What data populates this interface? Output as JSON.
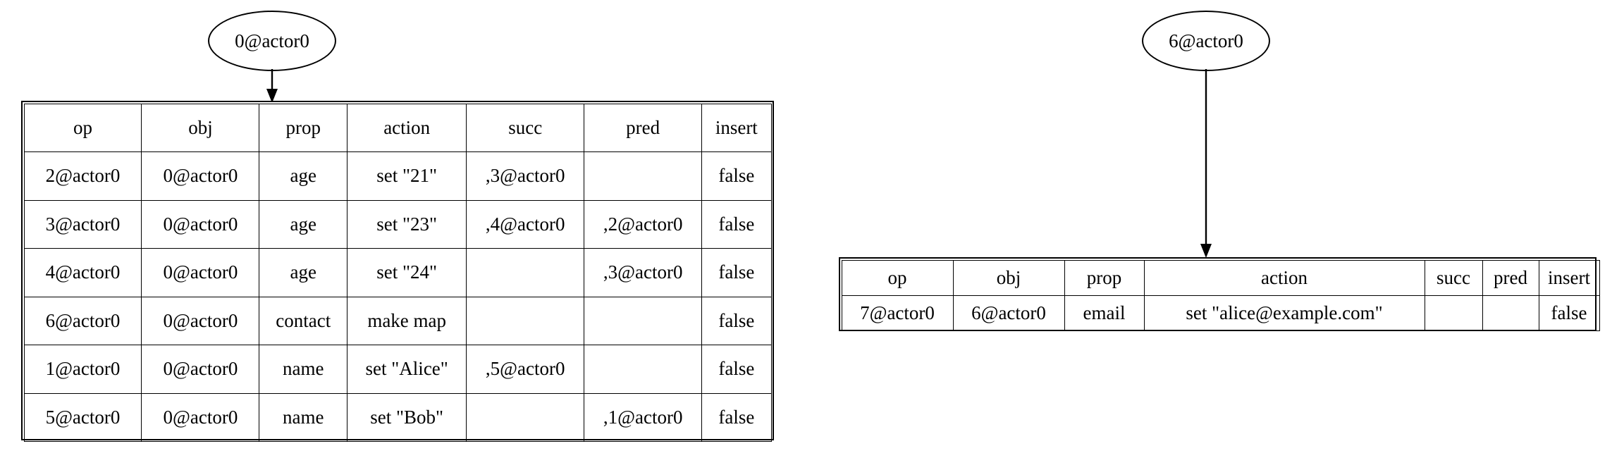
{
  "diagram": {
    "type": "graphviz-record-graph",
    "background_color": "#ffffff",
    "line_color": "#000000",
    "text_color": "#000000"
  },
  "graphs": [
    {
      "id": "left",
      "node": {
        "label": "0@actor0",
        "shape": "ellipse"
      },
      "edge": {
        "arrowhead": "normal",
        "target": "action-column"
      },
      "table": {
        "columns": [
          "op",
          "obj",
          "prop",
          "action",
          "succ",
          "pred",
          "insert"
        ],
        "rows": [
          {
            "op": "2@actor0",
            "obj": "0@actor0",
            "prop": "age",
            "action": "set \"21\"",
            "succ": ",3@actor0",
            "pred": "",
            "insert": "false"
          },
          {
            "op": "3@actor0",
            "obj": "0@actor0",
            "prop": "age",
            "action": "set \"23\"",
            "succ": ",4@actor0",
            "pred": ",2@actor0",
            "insert": "false"
          },
          {
            "op": "4@actor0",
            "obj": "0@actor0",
            "prop": "age",
            "action": "set \"24\"",
            "succ": "",
            "pred": ",3@actor0",
            "insert": "false"
          },
          {
            "op": "6@actor0",
            "obj": "0@actor0",
            "prop": "contact",
            "action": "make map",
            "succ": "",
            "pred": "",
            "insert": "false"
          },
          {
            "op": "1@actor0",
            "obj": "0@actor0",
            "prop": "name",
            "action": "set \"Alice\"",
            "succ": ",5@actor0",
            "pred": "",
            "insert": "false"
          },
          {
            "op": "5@actor0",
            "obj": "0@actor0",
            "prop": "name",
            "action": "set \"Bob\"",
            "succ": "",
            "pred": ",1@actor0",
            "insert": "false"
          }
        ]
      }
    },
    {
      "id": "right",
      "node": {
        "label": "6@actor0",
        "shape": "ellipse"
      },
      "edge": {
        "arrowhead": "normal",
        "target": "action-column"
      },
      "table": {
        "columns": [
          "op",
          "obj",
          "prop",
          "action",
          "succ",
          "pred",
          "insert"
        ],
        "rows": [
          {
            "op": "7@actor0",
            "obj": "6@actor0",
            "prop": "email",
            "action": "set \"alice@example.com\"",
            "succ": "",
            "pred": "",
            "insert": "false"
          }
        ]
      }
    }
  ]
}
